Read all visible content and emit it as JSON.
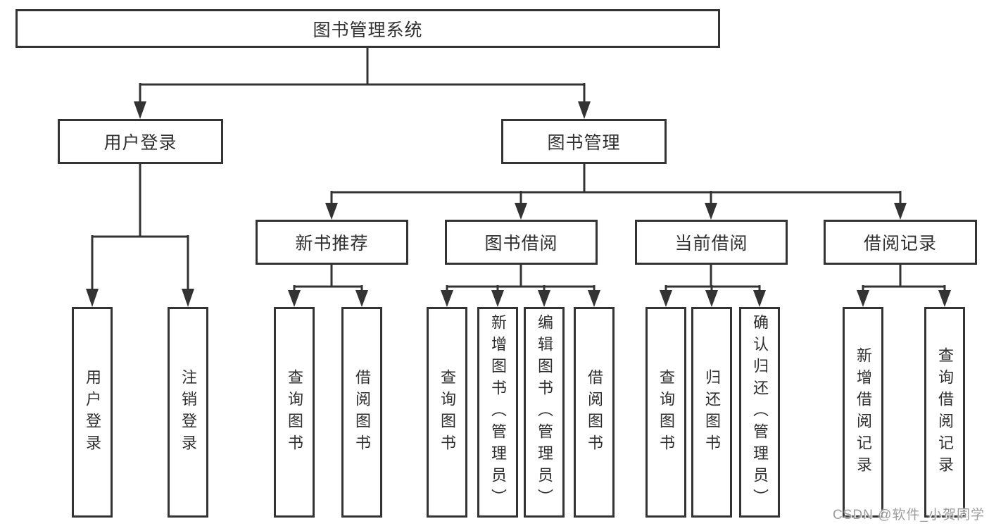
{
  "diagram_title": "图书管理系统",
  "tree": {
    "label": "图书管理系统",
    "children": [
      {
        "label": "用户登录",
        "children": [
          {
            "label": "用户登录"
          },
          {
            "label": "注销登录"
          }
        ]
      },
      {
        "label": "图书管理",
        "children": [
          {
            "label": "新书推荐",
            "children": [
              {
                "label": "查询图书"
              },
              {
                "label": "借阅图书"
              }
            ]
          },
          {
            "label": "图书借阅",
            "children": [
              {
                "label": "查询图书"
              },
              {
                "label": "新增图书（管理员）"
              },
              {
                "label": "编辑图书（管理员）"
              },
              {
                "label": "借阅图书"
              }
            ]
          },
          {
            "label": "当前借阅",
            "children": [
              {
                "label": "查询图书"
              },
              {
                "label": "归还图书"
              },
              {
                "label": "确认归还（管理员）"
              }
            ]
          },
          {
            "label": "借阅记录",
            "children": [
              {
                "label": "新增借阅记录"
              },
              {
                "label": "查询借阅记录"
              }
            ]
          }
        ]
      }
    ]
  },
  "watermark": {
    "text": "CSDN @软件_小贺同学"
  },
  "colors": {
    "line": "#333333",
    "box_border": "#333333",
    "box_fill": "#ffffff",
    "text": "#2f2f2f",
    "watermark": "#9c9c9c",
    "background": "#ffffff"
  }
}
